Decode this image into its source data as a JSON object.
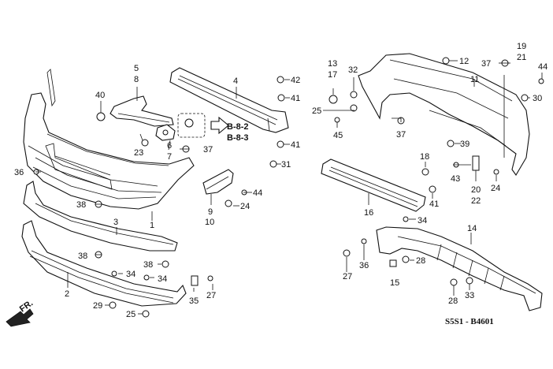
{
  "diagram": {
    "title": "Front & Rear Bumper Parts Diagram",
    "reference_code": "S5S1 - B4601",
    "front_arrow_label": "FR.",
    "section_refs": [
      "B-8-2",
      "B-8-3"
    ],
    "callouts": {
      "c1": "1",
      "c2": "2",
      "c3": "3",
      "c4": "4",
      "c5": "5",
      "c8": "8",
      "c6": "6",
      "c7": "7",
      "c9": "9",
      "c10": "10",
      "c11": "11",
      "c12": "12",
      "c13": "13",
      "c17": "17",
      "c14": "14",
      "c15": "15",
      "c16": "16",
      "c18": "18",
      "c19": "19",
      "c21": "21",
      "c20": "20",
      "c22": "22",
      "c23": "23",
      "c24a": "24",
      "c24b": "24",
      "c25a": "25",
      "c25b": "25",
      "c27a": "27",
      "c27b": "27",
      "c28a": "28",
      "c28b": "28",
      "c29": "29",
      "c30": "30",
      "c31": "31",
      "c32": "32",
      "c33": "33",
      "c34a": "34",
      "c34b": "34",
      "c34c": "34",
      "c35": "35",
      "c36a": "36",
      "c36b": "36",
      "c37a": "37",
      "c37b": "37",
      "c37c": "37",
      "c38a": "38",
      "c38b": "38",
      "c38c": "38",
      "c39": "39",
      "c40": "40",
      "c41a": "41",
      "c41b": "41",
      "c41c": "41",
      "c42": "42",
      "c43": "43",
      "c44a": "44",
      "c44b": "44",
      "c45": "45"
    }
  }
}
